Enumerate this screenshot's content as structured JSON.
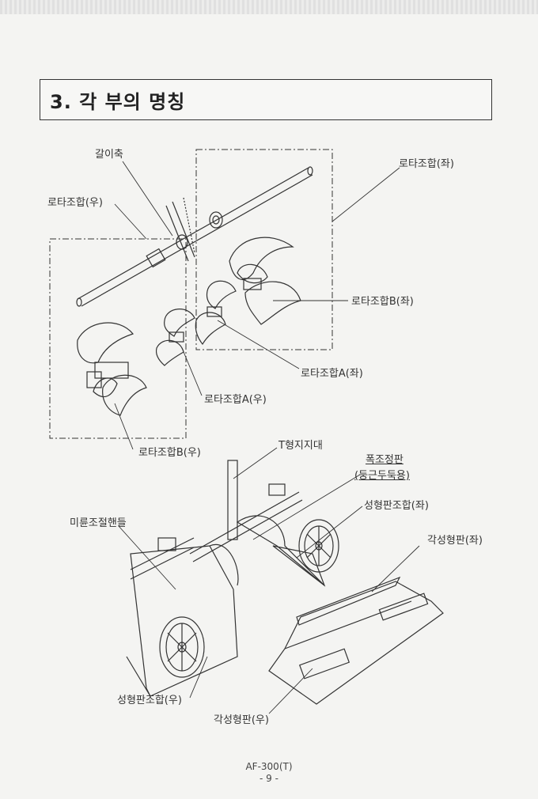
{
  "section_title": "3. 각 부의 명칭",
  "labels": {
    "galichuk": "갈이축",
    "rotor_right": "로타조합(우)",
    "rotor_left": "로타조합(좌)",
    "rotor_b_left": "로타조합B(좌)",
    "rotor_a_left": "로타조합A(좌)",
    "rotor_a_right": "로타조합A(우)",
    "rotor_b_right": "로타조합B(우)",
    "t_support": "T형지지대",
    "width_plate_line1": "폭조정판",
    "width_plate_line2": "(둥근두둑용)",
    "forming_left": "성형판조합(좌)",
    "wheel_handle": "미륜조절핸들",
    "angle_left": "각성형판(좌)",
    "forming_right": "성형판조합(우)",
    "angle_right": "각성형판(우)"
  },
  "footer": {
    "model": "AF-300(T)",
    "page": "- 9 -"
  }
}
